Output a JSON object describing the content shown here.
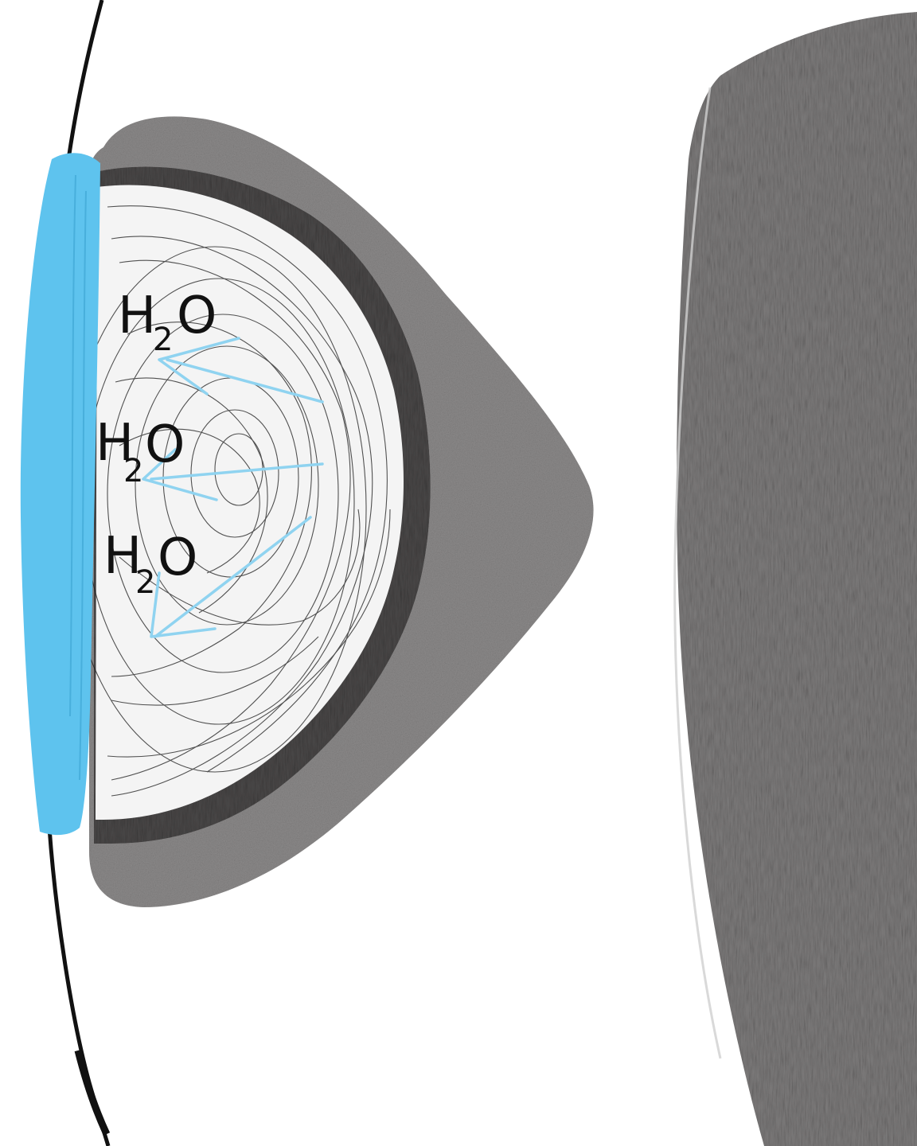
{
  "labels": {
    "water_1": "H",
    "water_1_sub": "2",
    "water_1_tail": "O",
    "water_2": "H",
    "water_2_sub": "2",
    "water_2_tail": "O",
    "water_3": "H",
    "water_3_sub": "2",
    "water_3_tail": "O"
  },
  "colors": {
    "water_layer": "#5ec3ee",
    "arrow": "#8fd3f0",
    "outer_shell": "#8c8a8a",
    "inner_band": "#4a4848",
    "cell_wall": "#111111",
    "right_tissue": "#7d7b7b"
  },
  "icons": {
    "arrow": "arrow-icon"
  }
}
